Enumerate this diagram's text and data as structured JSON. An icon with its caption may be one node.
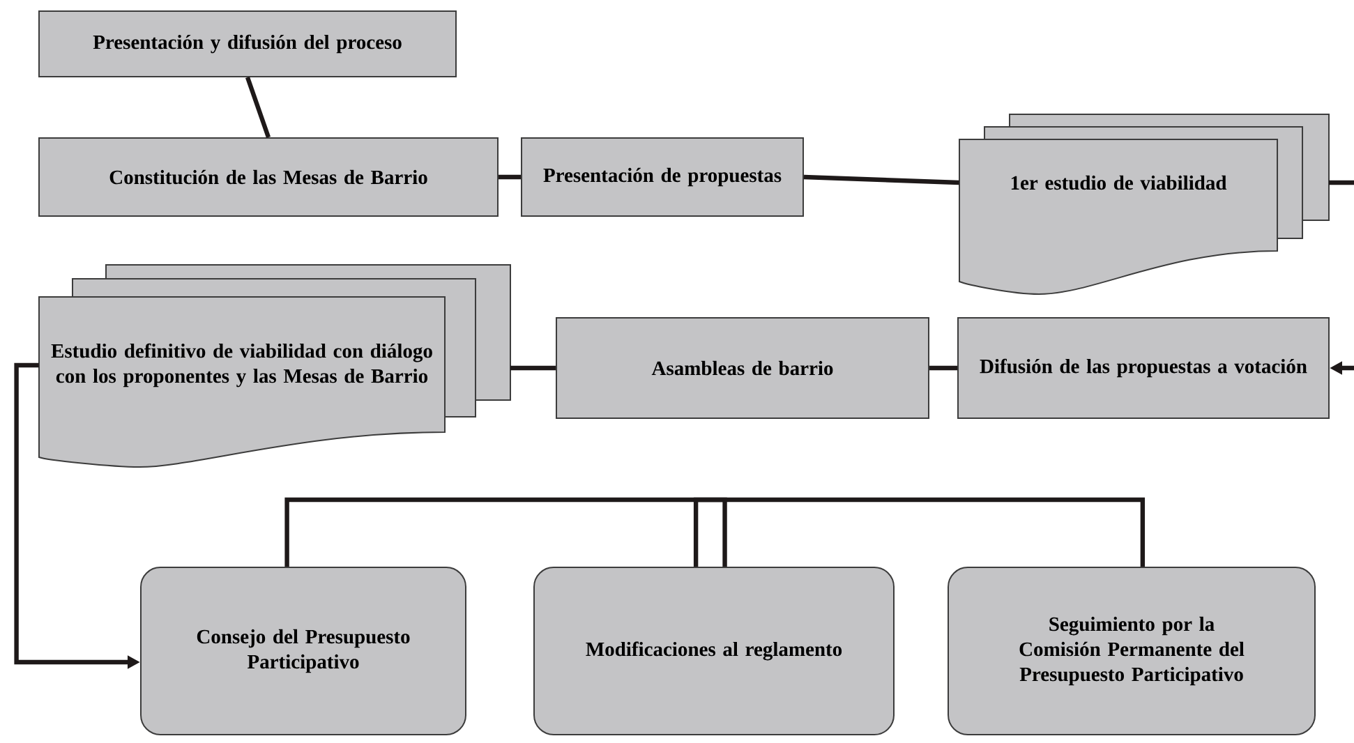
{
  "diagram": {
    "nodes": [
      {
        "text": [
          "Presentación y difusión del proceso"
        ]
      },
      {
        "text": [
          "Constitución de las Mesas de Barrio"
        ]
      },
      {
        "text": [
          "Presentación de propuestas"
        ]
      },
      {
        "text": [
          "1er estudio de viabilidad"
        ]
      },
      {
        "text": [
          "Difusión de las propuestas a votación"
        ]
      },
      {
        "text": [
          "Asambleas de barrio"
        ]
      },
      {
        "text": [
          "Estudio definitivo de viabilidad con diálogo con los proponentes y las Mesas de Barrio"
        ]
      },
      {
        "text": [
          "Consejo del Presupuesto Participativo"
        ]
      },
      {
        "text": [
          "Modificaciones al reglamento"
        ]
      },
      {
        "text": [
          "Seguimiento por la Comisión Permanente del Presupuesto Participativo"
        ]
      }
    ],
    "edges": [
      {
        "from": 0,
        "to": 1,
        "arrow": "none"
      },
      {
        "from": 1,
        "to": 2,
        "arrow": "none"
      },
      {
        "from": 2,
        "to": 3,
        "arrow": "none"
      },
      {
        "from": 3,
        "to": null,
        "arrow": "none"
      },
      {
        "from": null,
        "to": 4,
        "arrow": "to"
      },
      {
        "from": 4,
        "to": 5,
        "arrow": "none"
      },
      {
        "from": 5,
        "to": 6,
        "arrow": "none"
      },
      {
        "from": 6,
        "to": 7,
        "arrow": "to"
      },
      {
        "from": 7,
        "to": 8,
        "arrow": "none"
      },
      {
        "from": 8,
        "to": 9,
        "arrow": "none"
      }
    ]
  }
}
